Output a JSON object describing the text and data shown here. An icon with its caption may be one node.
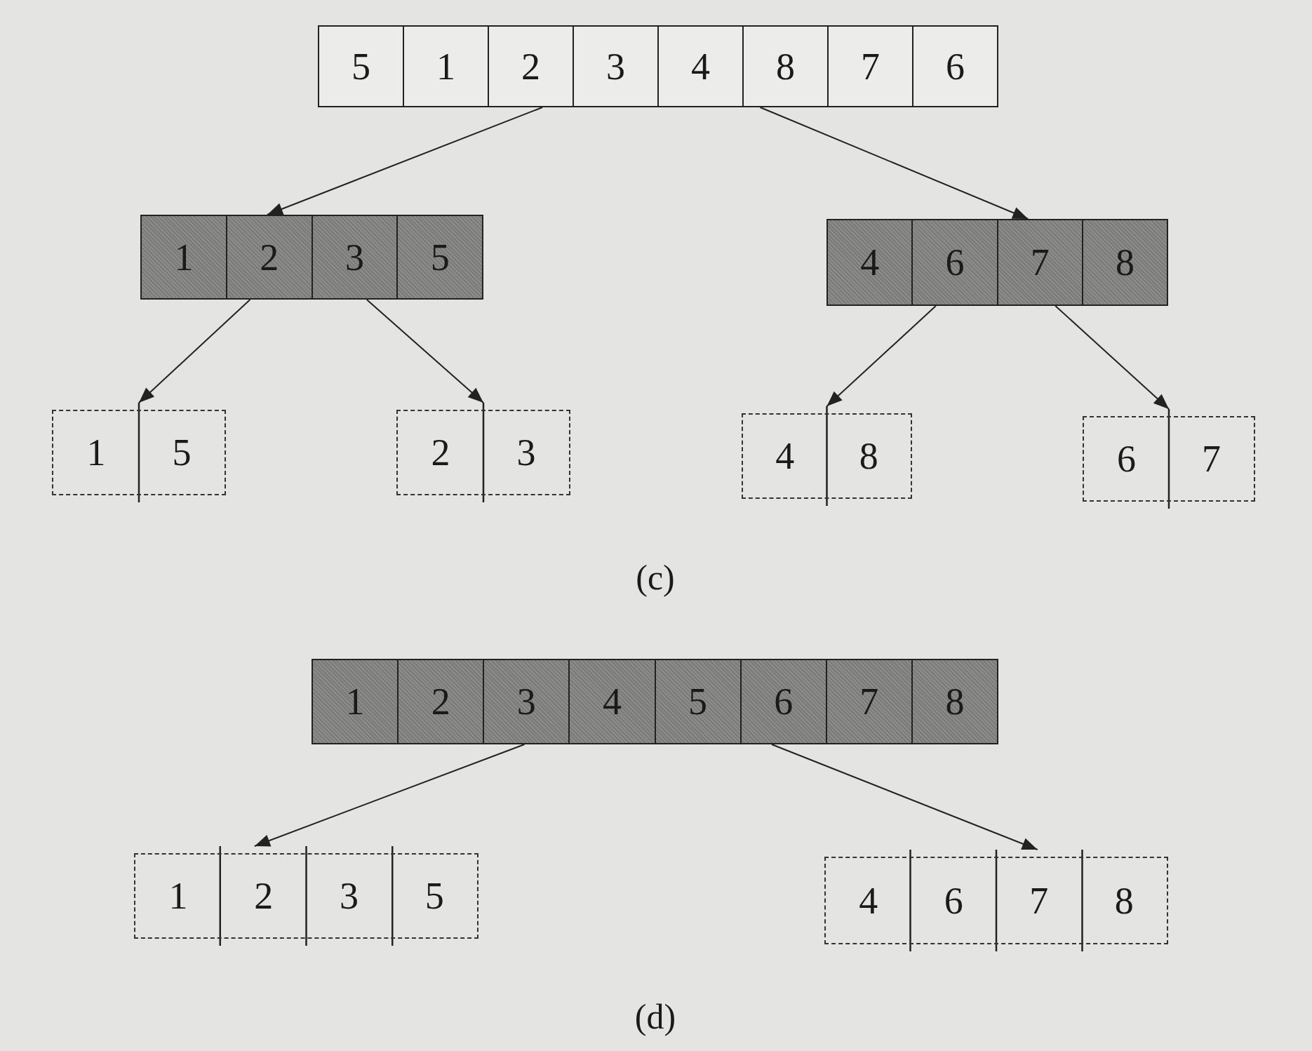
{
  "diagram": {
    "nodes": [
      {
        "text": [
          "5",
          "1",
          "2",
          "3",
          "4",
          "8",
          "7",
          "6"
        ]
      },
      {
        "text": [
          "1",
          "2",
          "3",
          "5"
        ]
      },
      {
        "text": [
          "4",
          "6",
          "7",
          "8"
        ]
      },
      {
        "text": [
          "1",
          "5"
        ]
      },
      {
        "text": [
          "2",
          "3"
        ]
      },
      {
        "text": [
          "4",
          "8"
        ]
      },
      {
        "text": [
          "6",
          "7"
        ]
      },
      {
        "text": [
          "1",
          "2",
          "3",
          "4",
          "5",
          "6",
          "7",
          "8"
        ]
      },
      {
        "text": [
          "1",
          "2",
          "3",
          "5"
        ]
      },
      {
        "text": [
          "4",
          "6",
          "7",
          "8"
        ]
      }
    ],
    "edges": [
      {
        "from": 0,
        "to": 1,
        "arrow": "to"
      },
      {
        "from": 0,
        "to": 2,
        "arrow": "to"
      },
      {
        "from": 1,
        "to": 3,
        "arrow": "to"
      },
      {
        "from": 1,
        "to": 4,
        "arrow": "to"
      },
      {
        "from": 2,
        "to": 5,
        "arrow": "to"
      },
      {
        "from": 2,
        "to": 6,
        "arrow": "to"
      },
      {
        "from": 7,
        "to": 8,
        "arrow": "to"
      },
      {
        "from": 7,
        "to": 9,
        "arrow": "to"
      }
    ],
    "labels": [
      "(c)",
      "(d)"
    ]
  }
}
